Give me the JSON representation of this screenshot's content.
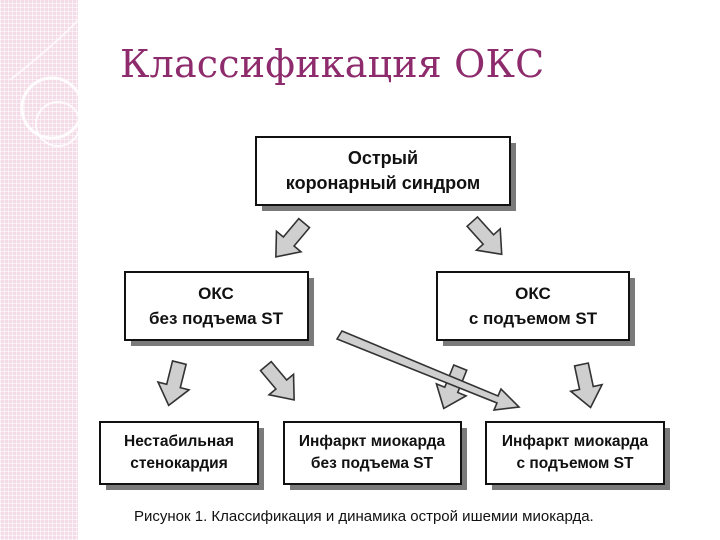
{
  "title": "Классификация ОКС",
  "diagram": {
    "top": {
      "line1": "Острый",
      "line2": "коронарный синдром"
    },
    "left_mid": {
      "line1": "ОКС",
      "line2": "без подъема ST"
    },
    "right_mid": {
      "line1": "ОКС",
      "line2": "с подъемом ST"
    },
    "bottom_left": {
      "line1": "Нестабильная",
      "line2": "стенокардия"
    },
    "bottom_center": {
      "line1": "Инфаркт миокарда",
      "line2": "без подъема ST"
    },
    "bottom_right": {
      "line1": "Инфаркт миокарда",
      "line2": "с подъемом ST"
    }
  },
  "caption": "Рисунок 1. Классификация и динамика острой ишемии миокарда.",
  "colors": {
    "title": "#8e2b6d",
    "stripe": "#f3dbe8",
    "arrow_fill": "#cfcfcf",
    "box_border": "#111111",
    "shadow": "#7a7a7a"
  }
}
